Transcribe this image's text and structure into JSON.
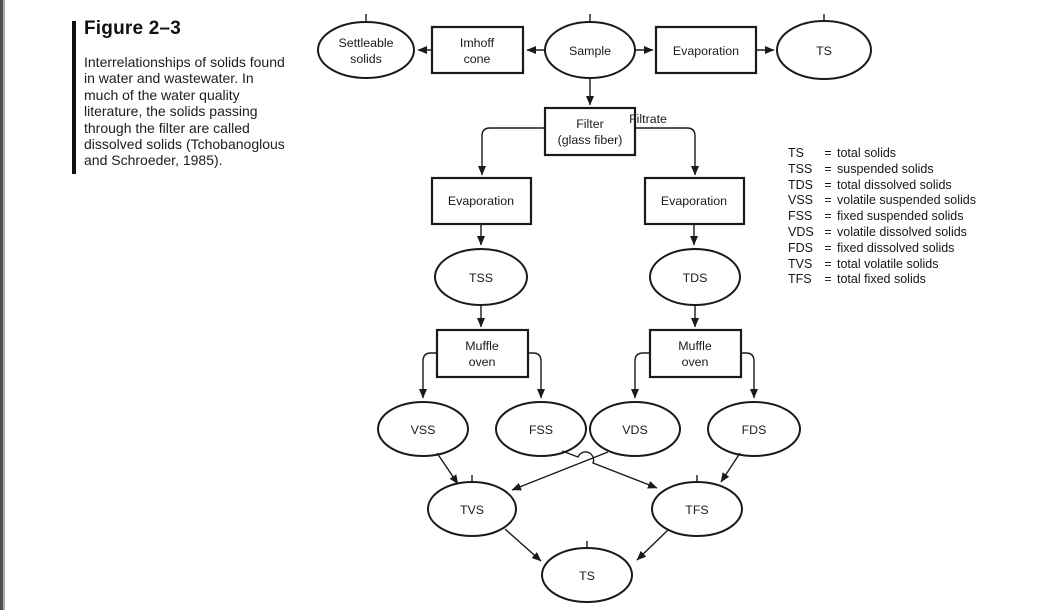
{
  "figure": {
    "title": "Figure 2–3",
    "caption_lines": [
      "Interrelationships of solids found",
      "in water and wastewater. In",
      "much of the water quality",
      "literature, the solids passing",
      "through the filter are called",
      "dissolved solids (Tchobanoglous",
      "and Schroeder, 1985)."
    ]
  },
  "flowchart": {
    "nodes": {
      "settleable_solids": {
        "shape": "ellipse",
        "line1": "Settleable",
        "line2": "solids"
      },
      "imhoff_cone": {
        "shape": "rect",
        "line1": "Imhoff",
        "line2": "cone"
      },
      "sample": {
        "shape": "ellipse",
        "label": "Sample"
      },
      "evaporation_top": {
        "shape": "rect",
        "label": "Evaporation"
      },
      "ts_top": {
        "shape": "ellipse",
        "label": "TS"
      },
      "filter": {
        "shape": "rect",
        "line1": "Filter",
        "line2": "(glass fiber)"
      },
      "evaporation_left": {
        "shape": "rect",
        "label": "Evaporation"
      },
      "evaporation_right": {
        "shape": "rect",
        "label": "Evaporation"
      },
      "tss": {
        "shape": "ellipse",
        "label": "TSS"
      },
      "tds": {
        "shape": "ellipse",
        "label": "TDS"
      },
      "muffle_oven_left": {
        "shape": "rect",
        "line1": "Muffle",
        "line2": "oven"
      },
      "muffle_oven_right": {
        "shape": "rect",
        "line1": "Muffle",
        "line2": "oven"
      },
      "vss": {
        "shape": "ellipse",
        "label": "VSS"
      },
      "fss": {
        "shape": "ellipse",
        "label": "FSS"
      },
      "vds": {
        "shape": "ellipse",
        "label": "VDS"
      },
      "fds": {
        "shape": "ellipse",
        "label": "FDS"
      },
      "tvs": {
        "shape": "ellipse",
        "label": "TVS"
      },
      "tfs": {
        "shape": "ellipse",
        "label": "TFS"
      },
      "ts_bottom": {
        "shape": "ellipse",
        "label": "TS"
      }
    },
    "edges": [
      {
        "from": "sample",
        "to": "imhoff_cone"
      },
      {
        "from": "imhoff_cone",
        "to": "settleable_solids"
      },
      {
        "from": "sample",
        "to": "evaporation_top"
      },
      {
        "from": "evaporation_top",
        "to": "ts_top"
      },
      {
        "from": "sample",
        "to": "filter"
      },
      {
        "from": "filter",
        "to": "evaporation_left"
      },
      {
        "from": "filter",
        "to": "evaporation_right",
        "label": "Filtrate"
      },
      {
        "from": "evaporation_left",
        "to": "tss"
      },
      {
        "from": "evaporation_right",
        "to": "tds"
      },
      {
        "from": "tss",
        "to": "muffle_oven_left"
      },
      {
        "from": "tds",
        "to": "muffle_oven_right"
      },
      {
        "from": "muffle_oven_left",
        "to": "vss"
      },
      {
        "from": "muffle_oven_left",
        "to": "fss"
      },
      {
        "from": "muffle_oven_right",
        "to": "vds"
      },
      {
        "from": "muffle_oven_right",
        "to": "fds"
      },
      {
        "from": "vss",
        "to": "tvs"
      },
      {
        "from": "vds",
        "to": "tvs"
      },
      {
        "from": "fss",
        "to": "tfs"
      },
      {
        "from": "fds",
        "to": "tfs"
      },
      {
        "from": "tvs",
        "to": "ts_bottom"
      },
      {
        "from": "tfs",
        "to": "ts_bottom"
      }
    ]
  },
  "legend": {
    "separator": "=",
    "entries": [
      {
        "abbr": "TS",
        "definition": "total solids"
      },
      {
        "abbr": "TSS",
        "definition": "suspended solids"
      },
      {
        "abbr": "TDS",
        "definition": "total dissolved solids"
      },
      {
        "abbr": "VSS",
        "definition": "volatile suspended solids"
      },
      {
        "abbr": "FSS",
        "definition": "fixed suspended solids"
      },
      {
        "abbr": "VDS",
        "definition": "volatile dissolved solids"
      },
      {
        "abbr": "FDS",
        "definition": "fixed dissolved solids"
      },
      {
        "abbr": "TVS",
        "definition": "total volatile solids"
      },
      {
        "abbr": "TFS",
        "definition": "total fixed solids"
      }
    ]
  },
  "colors": {
    "ink": "#1a1a1a",
    "background": "#ffffff",
    "page_edge_dark": "#4f4f51",
    "page_edge_light": "#ababad"
  }
}
